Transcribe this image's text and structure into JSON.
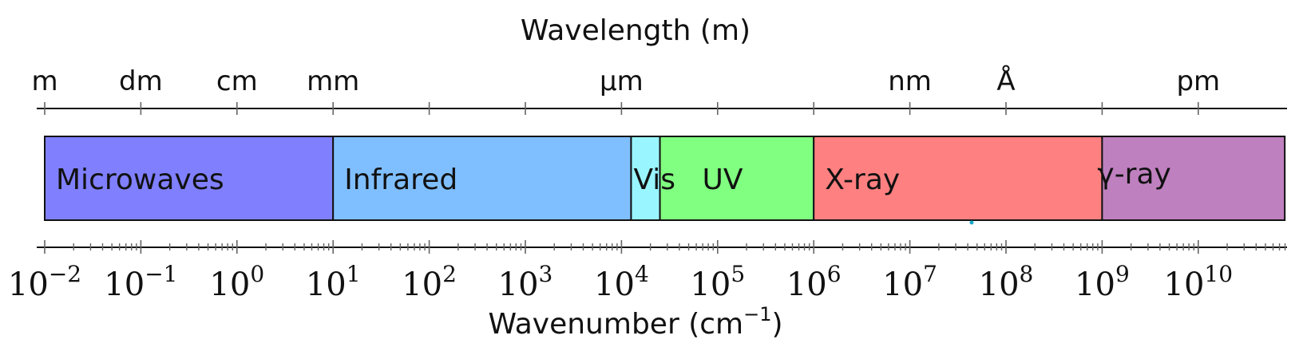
{
  "diagram": {
    "top_axis_title": "Wavelength (m)",
    "bottom_axis_title_main": "Wavenumber (cm",
    "bottom_axis_title_exp": "−1",
    "bottom_axis_title_close": ")",
    "wavelength_units": [
      {
        "label": "m",
        "decade": -2
      },
      {
        "label": "dm",
        "decade": -1
      },
      {
        "label": "cm",
        "decade": 0
      },
      {
        "label": "mm",
        "decade": 1
      },
      {
        "label": "μm",
        "decade": 4
      },
      {
        "label": "nm",
        "decade": 7
      },
      {
        "label": "Å",
        "decade": 8
      },
      {
        "label": "pm",
        "decade": 10
      }
    ],
    "wavenumber_ticks": [
      {
        "base": "10",
        "exp": "−2",
        "decade": -2
      },
      {
        "base": "10",
        "exp": "−1",
        "decade": -1
      },
      {
        "base": "10",
        "exp": "0",
        "decade": 0
      },
      {
        "base": "10",
        "exp": "1",
        "decade": 1
      },
      {
        "base": "10",
        "exp": "2",
        "decade": 2
      },
      {
        "base": "10",
        "exp": "3",
        "decade": 3
      },
      {
        "base": "10",
        "exp": "4",
        "decade": 4
      },
      {
        "base": "10",
        "exp": "5",
        "decade": 5
      },
      {
        "base": "10",
        "exp": "6",
        "decade": 6
      },
      {
        "base": "10",
        "exp": "7",
        "decade": 7
      },
      {
        "base": "10",
        "exp": "8",
        "decade": 8
      },
      {
        "base": "10",
        "exp": "9",
        "decade": 9
      },
      {
        "base": "10",
        "exp": "10",
        "decade": 10
      }
    ],
    "bands": [
      {
        "label": "Microwaves",
        "from": -2,
        "to": 1,
        "color": "#8080ff"
      },
      {
        "label": "Infrared",
        "from": 1,
        "to": 4.1,
        "color": "#80bfff"
      },
      {
        "label": "Vis",
        "from": 4.1,
        "to": 4.4,
        "color": "#99f5ff"
      },
      {
        "label": "UV",
        "from": 4.4,
        "to": 6,
        "color": "#80ff80"
      },
      {
        "label": "X-ray",
        "from": 6,
        "to": 9,
        "color": "#ff8080"
      },
      {
        "label": "γ-ray",
        "from": 9,
        "to": 10.9,
        "color": "#bf80bf"
      }
    ],
    "decade_range": [
      -2,
      10.9
    ]
  }
}
